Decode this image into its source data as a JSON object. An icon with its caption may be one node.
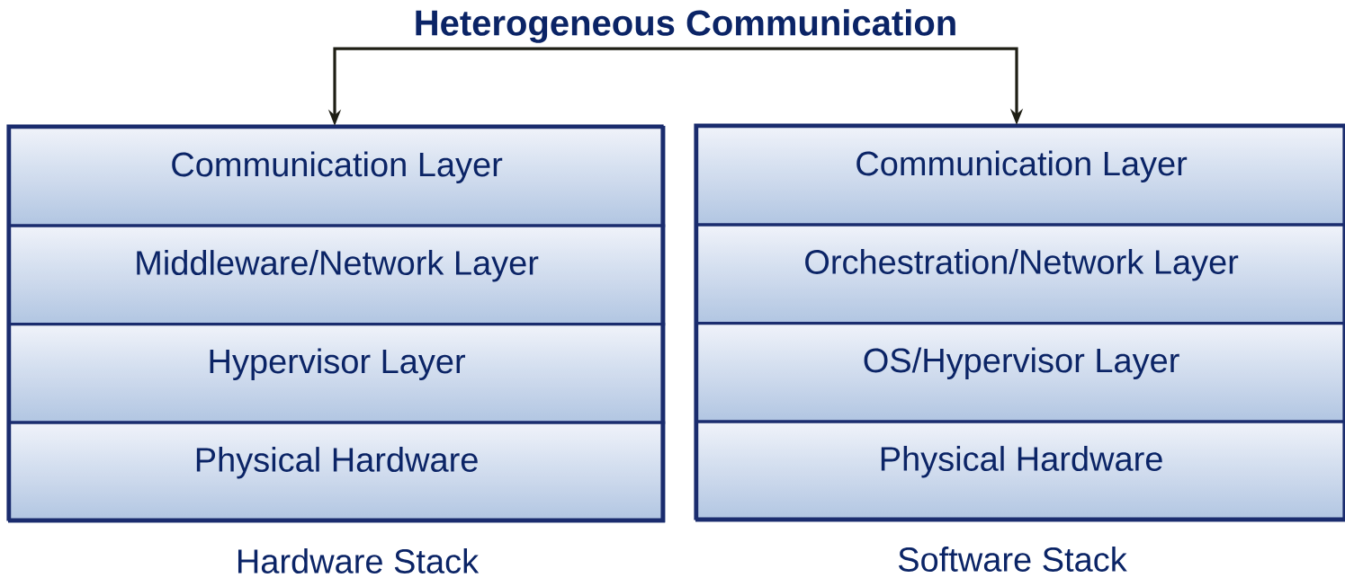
{
  "diagram": {
    "nodes": [
      {
        "text": [
          "Heterogeneous Communication"
        ]
      },
      {
        "text": [
          "Hardware Stack"
        ]
      },
      {
        "text": [
          "Communication Layer"
        ],
        "in": 1
      },
      {
        "text": [
          "Middleware/Network Layer"
        ],
        "in": 1
      },
      {
        "text": [
          "Hypervisor Layer"
        ],
        "in": 1
      },
      {
        "text": [
          "Physical Hardware"
        ],
        "in": 1
      },
      {
        "text": [
          "Software Stack"
        ]
      },
      {
        "text": [
          "Communication Layer"
        ],
        "in": 6
      },
      {
        "text": [
          "Orchestration/Network Layer"
        ],
        "in": 6
      },
      {
        "text": [
          "OS/Hypervisor Layer"
        ],
        "in": 6
      },
      {
        "text": [
          "Physical Hardware"
        ],
        "in": 6
      }
    ],
    "edges": [
      {
        "from": 0,
        "to": 1,
        "arrow": "to"
      },
      {
        "from": 0,
        "to": 6,
        "arrow": "to"
      }
    ]
  }
}
